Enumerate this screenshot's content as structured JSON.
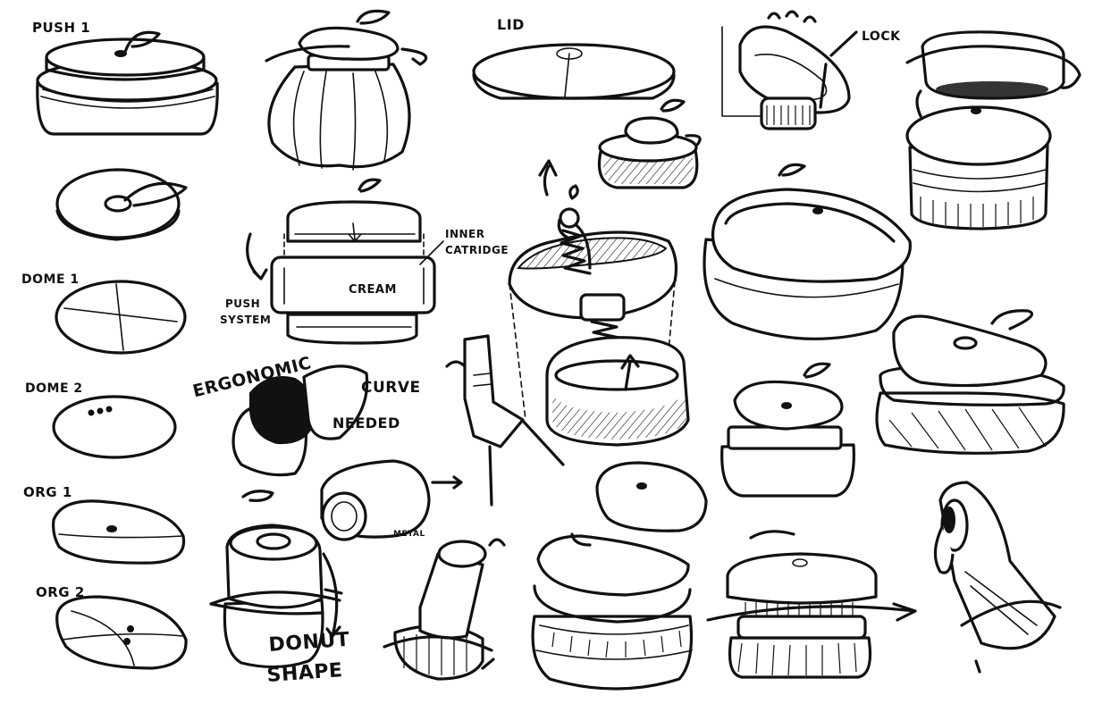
{
  "labels": {
    "push1": "PUSH 1",
    "lid": "LID",
    "lock": "LOCK",
    "dome1": "DOME 1",
    "dome2": "DOME 2",
    "org1": "ORG 1",
    "org2": "ORG 2",
    "inner_cartridge_line1": "INNER",
    "inner_cartridge_line2": "CATRIDGE",
    "push_system_line1": "PUSH",
    "push_system_line2": "SYSTEM",
    "cream": "CREAM",
    "ergonomic": "ERGONOMIC",
    "curve": "CURVE",
    "needed": "NEEDED",
    "metal": "METAL",
    "donut": "DONUT",
    "shape": "SHAPE"
  },
  "colors": {
    "ink": "#111111",
    "paper": "#ffffff"
  }
}
